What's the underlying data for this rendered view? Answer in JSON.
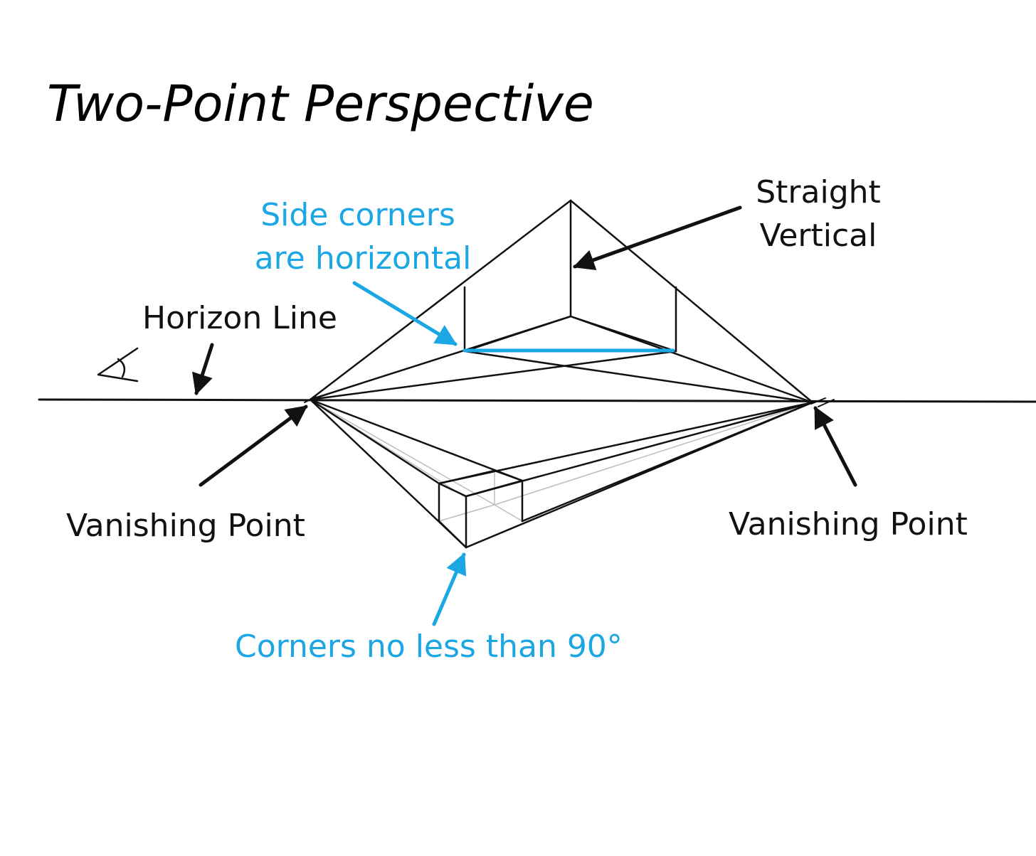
{
  "title": "Two-Point Perspective",
  "labels": {
    "horizon_line": "Horizon Line",
    "vanishing_point_left": "Vanishing Point",
    "vanishing_point_right": "Vanishing Point",
    "straight_vertical_1": "Straight",
    "straight_vertical_2": "Vertical",
    "side_corners_1": "Side corners",
    "side_corners_2": "are horizontal",
    "corners_angle": "Corners no less than 90°"
  },
  "colors": {
    "ink": "#111111",
    "accent": "#1ba6e4",
    "construction": "#bdbdbd"
  },
  "icons": {
    "eye": "eye-icon"
  }
}
